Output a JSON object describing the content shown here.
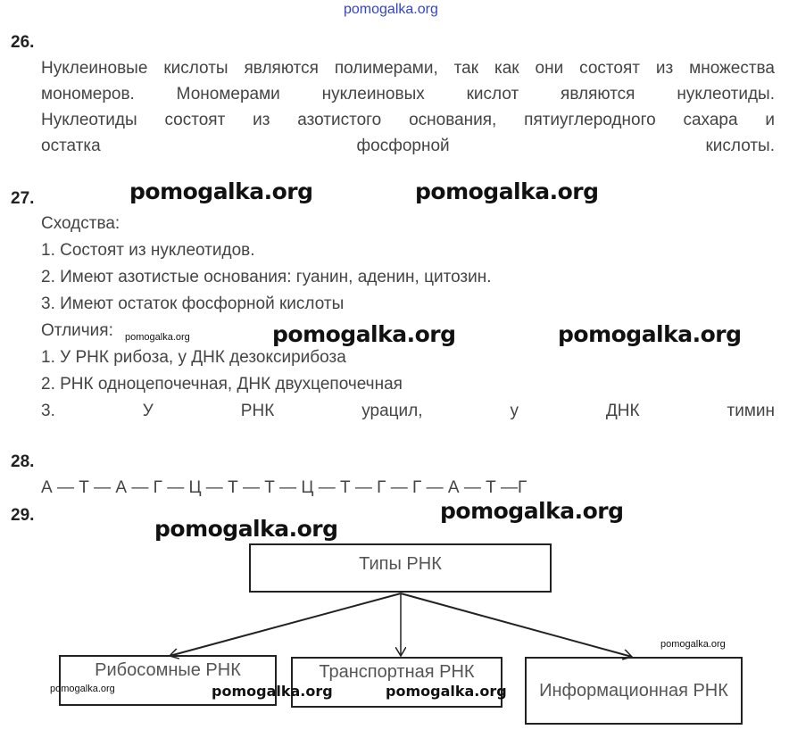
{
  "header": {
    "watermark": "pomogalka.org"
  },
  "q26": {
    "number": "26.",
    "lines": [
      "Нуклеиновые кислоты являются полимерами, так как они состоят из множества",
      "мономеров. Мономерами нуклеиновых кислот являются нуклеотиды.",
      "Нуклеотиды состоят из азотистого основания, пятиуглеродного сахара и",
      "остатка фосфорной кислоты."
    ]
  },
  "q27": {
    "number": "27.",
    "similarities_title": "Сходства:",
    "similarities": [
      "1. Состоят из нуклеотидов.",
      "2. Имеют азотистые основания: гуанин, аденин, цитозин.",
      "3. Имеют остаток фосфорной кислоты"
    ],
    "differences_title": "Отличия:",
    "differences": [
      "1. У РНК рибоза, у ДНК дезоксирибоза",
      "2. РНК одноцепочечная, ДНК двухцепочечная",
      "3. У РНК урацил, у ДНК тимин"
    ]
  },
  "q28": {
    "number": "28.",
    "sequence": "А — Т — А — Г — Ц — Т — Т — Ц — Т — Г — Г — А — Т —Г"
  },
  "q29": {
    "number": "29.",
    "root": "Типы РНК",
    "children": [
      "Рибосомные РНК",
      "Транспортная РНК",
      "Информационная РНК"
    ]
  },
  "watermark": "pomogalka.org"
}
